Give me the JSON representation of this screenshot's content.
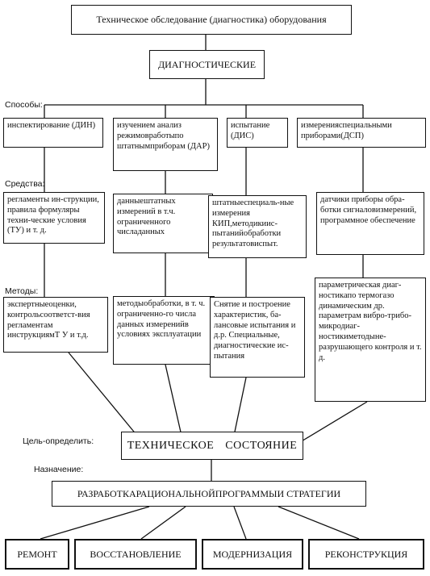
{
  "title": "Техническое обследование (диагностика) оборудования",
  "category": "ДИАГНОСТИЧЕСКИЕ",
  "row_labels": {
    "methods_of": "Способы:",
    "means": "Средства:",
    "methods": "Методы:",
    "goal": "Цель-определить:",
    "purpose": "Назначение:"
  },
  "ways": [
    "инспектирование (ДИН)",
    "изучением анализ режимовработыпо штатнымприборам (ДАР)",
    "испытание (ДИС)",
    "измеренияспециальными приборами(ДСП)"
  ],
  "means": [
    "регламенты ин-струкции, правила формуляры техни-ческие условия (ТУ) и т. д.",
    "данныештатных измерений в т.ч. ограниченного числаданных",
    "штатныеспециаль-ные измерения КИП,методикиис-пытанийобработки результатовиспыт.",
    "датчики приборы обра-ботки сигналовизмерений, программное обеспечение"
  ],
  "methods": [
    "экспертныеоценки, контрольсоответст-вия регламентам инструкциямТ У и т.д.",
    "методыобработки, в т. ч. ограниченно-го числа данных измеренийв условиях эксплуатации",
    "Снятие и построение характеристик, ба-лансовые испытания и д.р. Специальные, диагностические ис-пытания",
    "параметрическая диаг-ностикапо термогазо динамическим др. параметрам вибро-трибо- микродиаг-ностикиметодыне-разрушающего контроля и т. д."
  ],
  "state": "ТЕХНИЧЕСКОЕ СОСТОЯНИЕ",
  "strategy": "РАЗРАБОТКАРАЦИОНАЛЬНОЙПРОГРАММЫИ СТРАТЕГИИ",
  "outcomes": [
    "РЕМОНТ",
    "ВОССТАНОВЛЕНИЕ",
    "МОДЕРНИЗАЦИЯ",
    "РЕКОНСТРУКЦИЯ"
  ]
}
